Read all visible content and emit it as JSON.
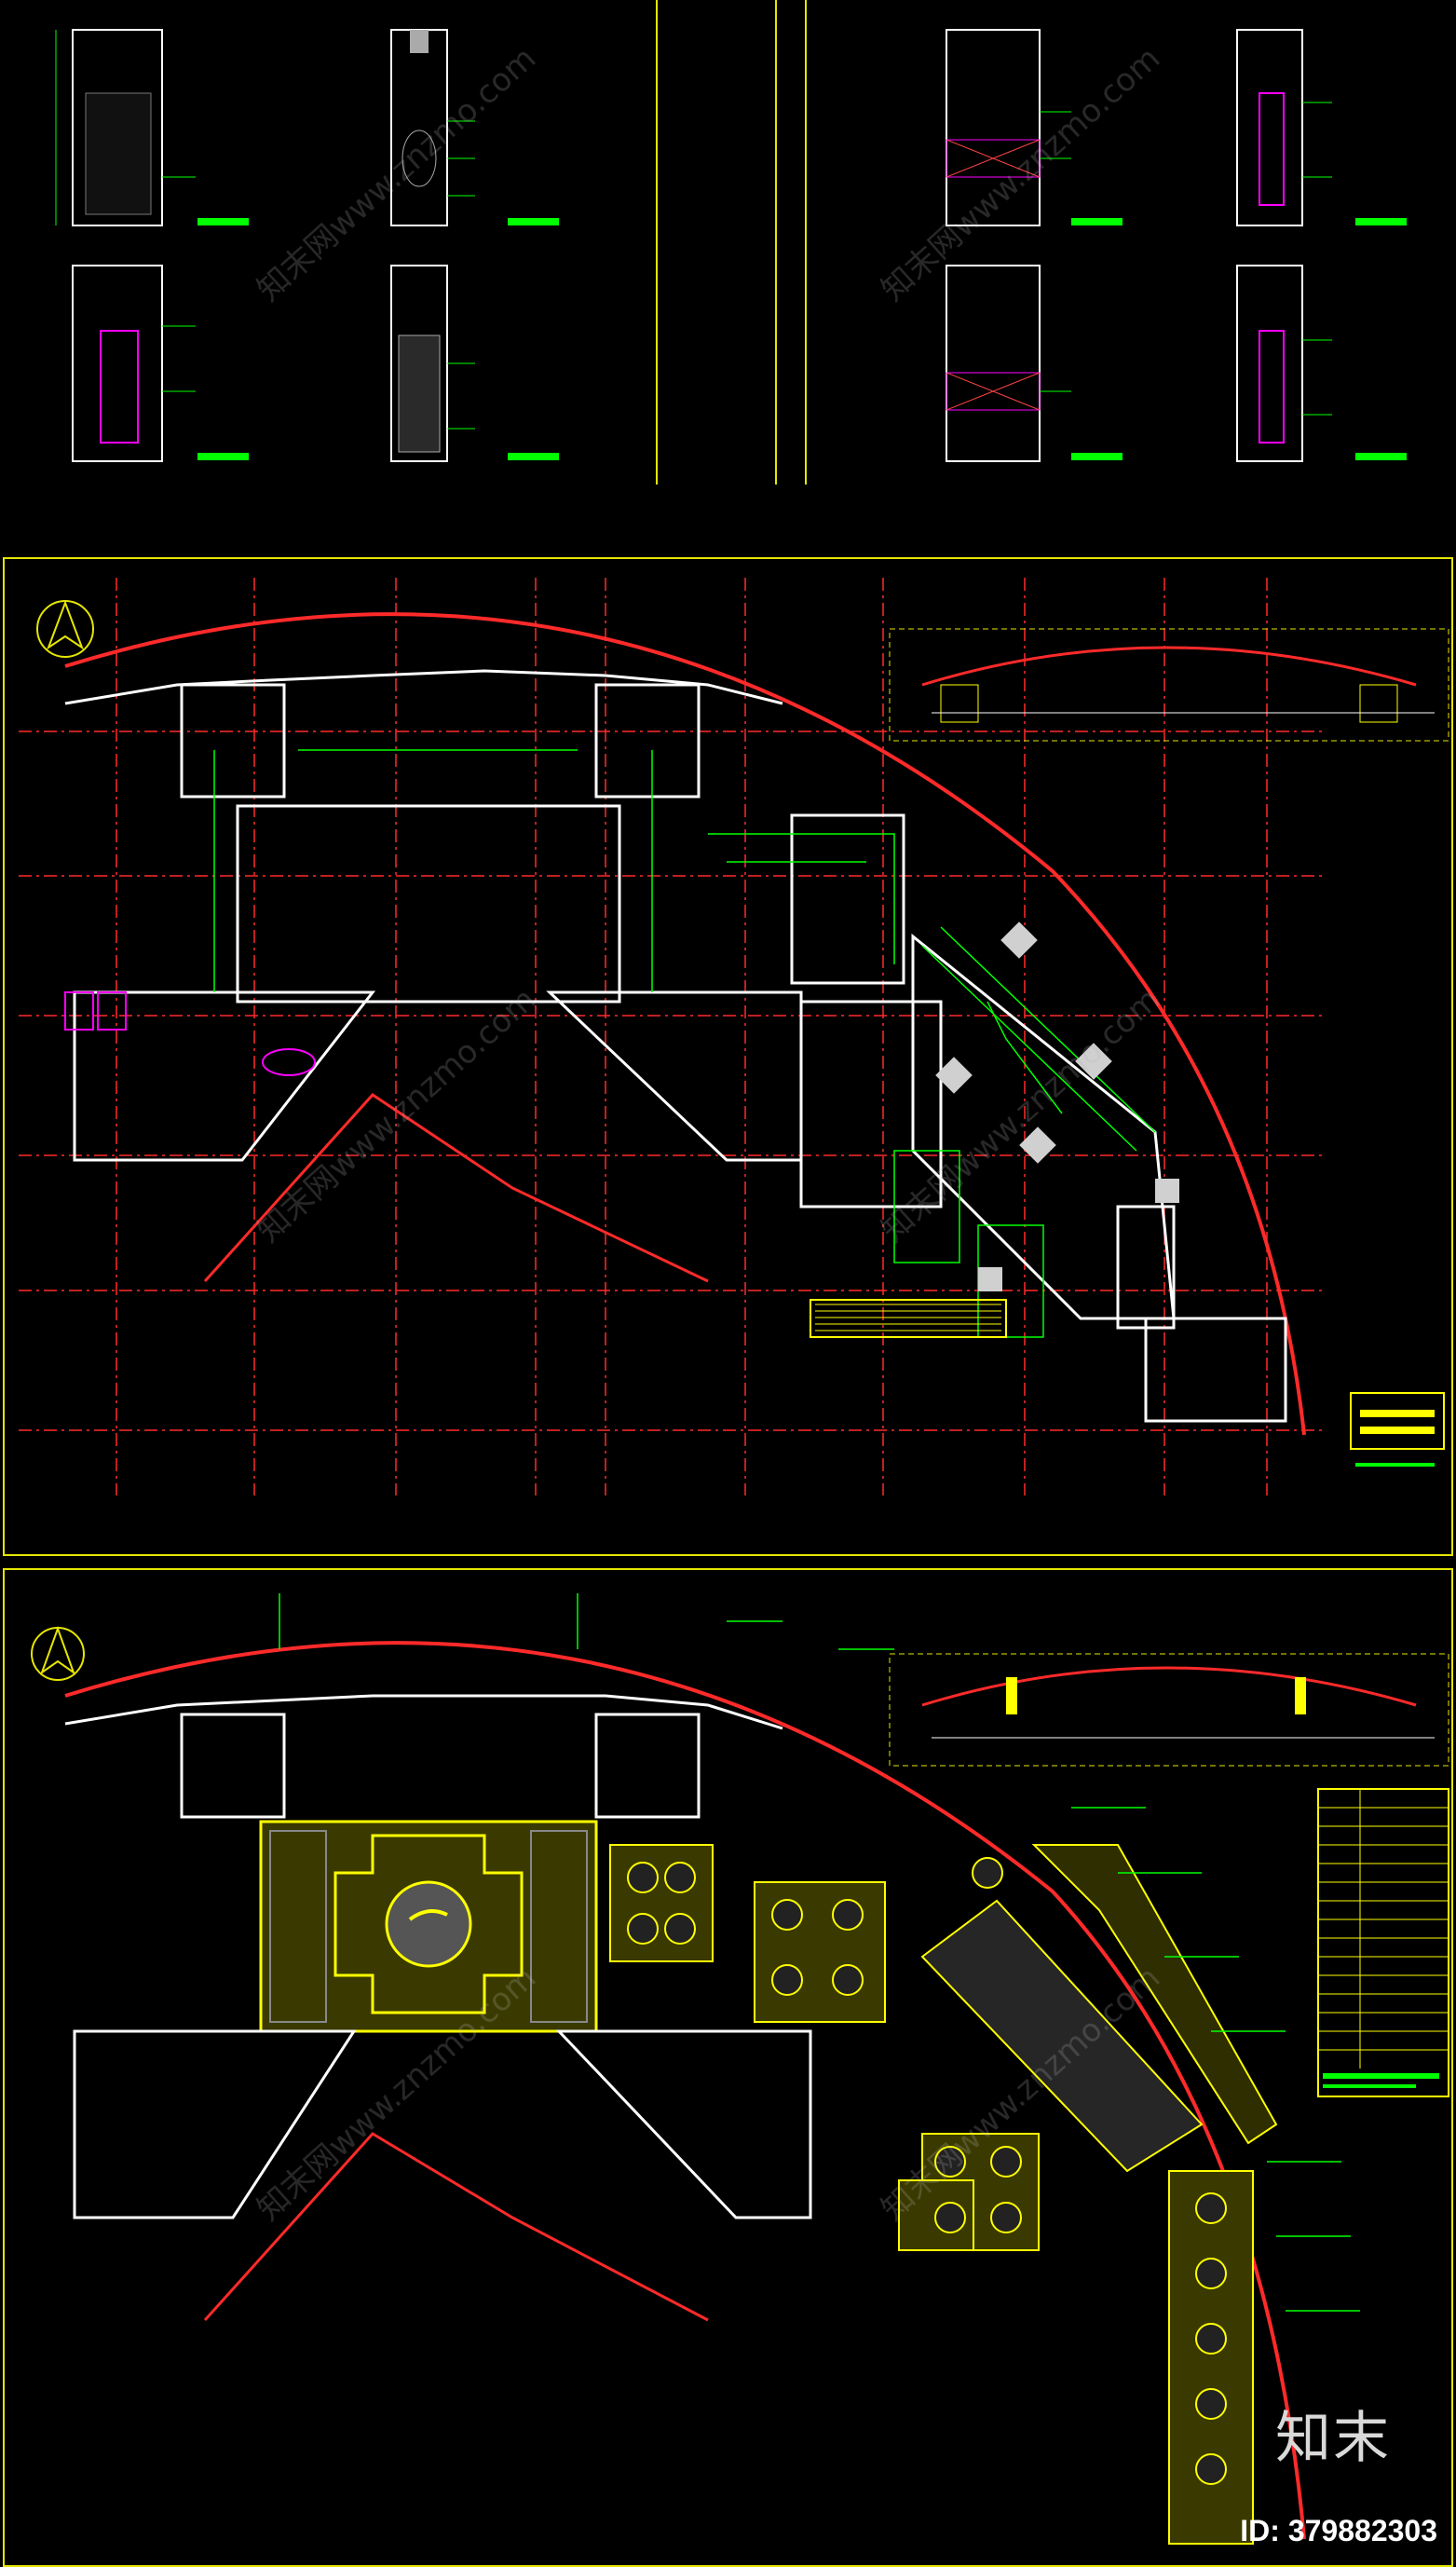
{
  "watermark": {
    "site": "知末网www.znzmo.com",
    "brand": "知末",
    "id_text": "ID: 379882303"
  },
  "colors": {
    "background": "#000000",
    "frame": "#e6e600",
    "grid": "#ff2a2a",
    "wall": "#ffffff",
    "dimension": "#00ff00",
    "furniture": "#ffff00",
    "accent": "#ff00ff"
  }
}
